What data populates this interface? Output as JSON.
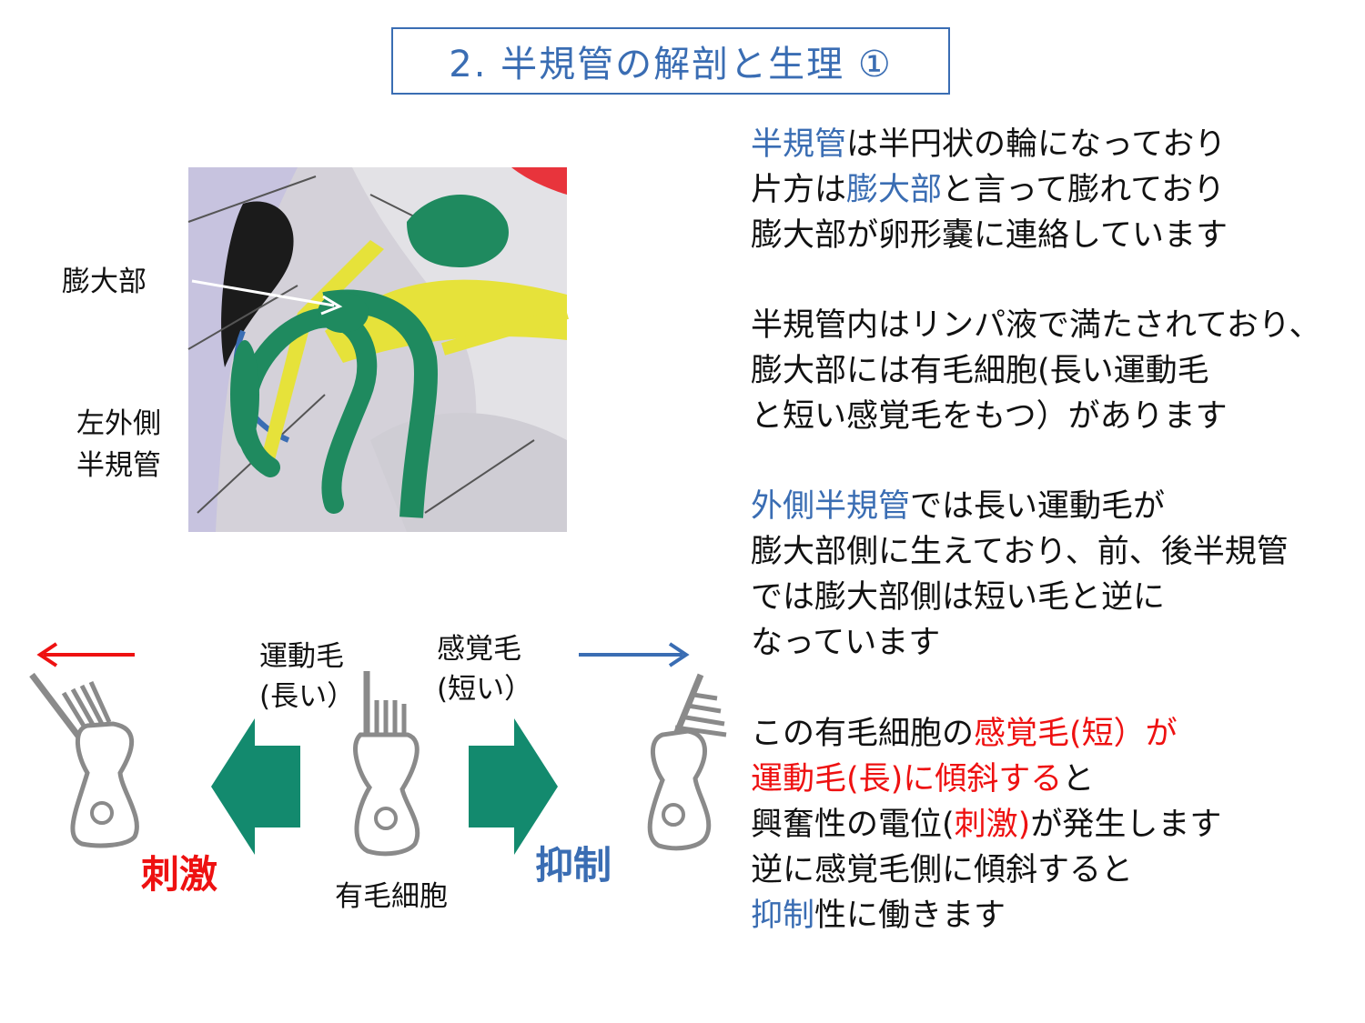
{
  "title": "2. 半規管の解剖と生理 ①",
  "figure_labels": {
    "ampulla": "膨大部",
    "lateral_canal_1": "左外側",
    "lateral_canal_2": "半規管"
  },
  "hair_cell_labels": {
    "kinocilium_1": "運動毛",
    "kinocilium_2": "(長い）",
    "stereocilia_1": "感覚毛",
    "stereocilia_2": "(短い）",
    "hair_cell": "有毛細胞",
    "excitation": "刺激",
    "inhibition": "抑制"
  },
  "paragraphs": {
    "p1": {
      "l1_a": "半規管",
      "l1_b": "は半円状の輪になっており",
      "l2_a": "片方は",
      "l2_b": "膨大部",
      "l2_c": "と言って膨れており",
      "l3": "膨大部が卵形嚢に連絡しています"
    },
    "p2": {
      "l1": "半規管内はリンパ液で満たされており、",
      "l2": "膨大部には有毛細胞(長い運動毛",
      "l3": "と短い感覚毛をもつ）があります"
    },
    "p3": {
      "l1_a": "外側半規管",
      "l1_b": "では長い運動毛が",
      "l2": "膨大部側に生えており、前、後半規管",
      "l3": "では膨大部側は短い毛と逆に",
      "l4": "なっています"
    },
    "p4": {
      "l1_a": "この有毛細胞の",
      "l1_b": "感覚毛(短）が",
      "l2_a": "運動毛(長)に傾斜する",
      "l2_b": "と",
      "l3_a": "興奮性の電位(",
      "l3_b": "刺激)",
      "l3_c": "が発生します",
      "l4": "逆に感覚毛側に傾斜すると",
      "l5_a": "抑制",
      "l5_b": "性に働きます"
    }
  },
  "colors": {
    "accent_blue": "#3a6db3",
    "accent_red": "#ee1111",
    "canal_green": "#1f8a5f",
    "nerve_yellow": "#e6e23a",
    "arrow_teal": "#138a6e"
  }
}
